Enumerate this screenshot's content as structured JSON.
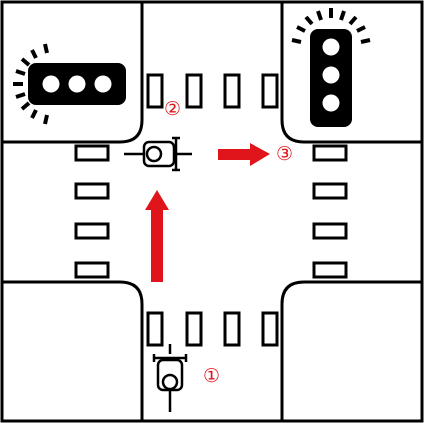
{
  "diagram": {
    "colors": {
      "background": "#ffffff",
      "road_line": "#000000",
      "arrow": "#e0141b",
      "light_body": "#000000",
      "light_lamp": "#ffffff"
    },
    "traffic_lights": [
      {
        "name": "horizontal-traffic-light",
        "orientation": "horizontal",
        "lamps": 3,
        "glow": "left"
      },
      {
        "name": "vertical-traffic-light",
        "orientation": "vertical",
        "lamps": 3,
        "glow": "top"
      }
    ],
    "steps": [
      {
        "label": "①",
        "description_icon": "motorcycle-icon"
      },
      {
        "label": "②",
        "description_icon": "motorcycle-icon"
      },
      {
        "label": "③",
        "description_icon": "arrow-right-icon"
      }
    ]
  }
}
